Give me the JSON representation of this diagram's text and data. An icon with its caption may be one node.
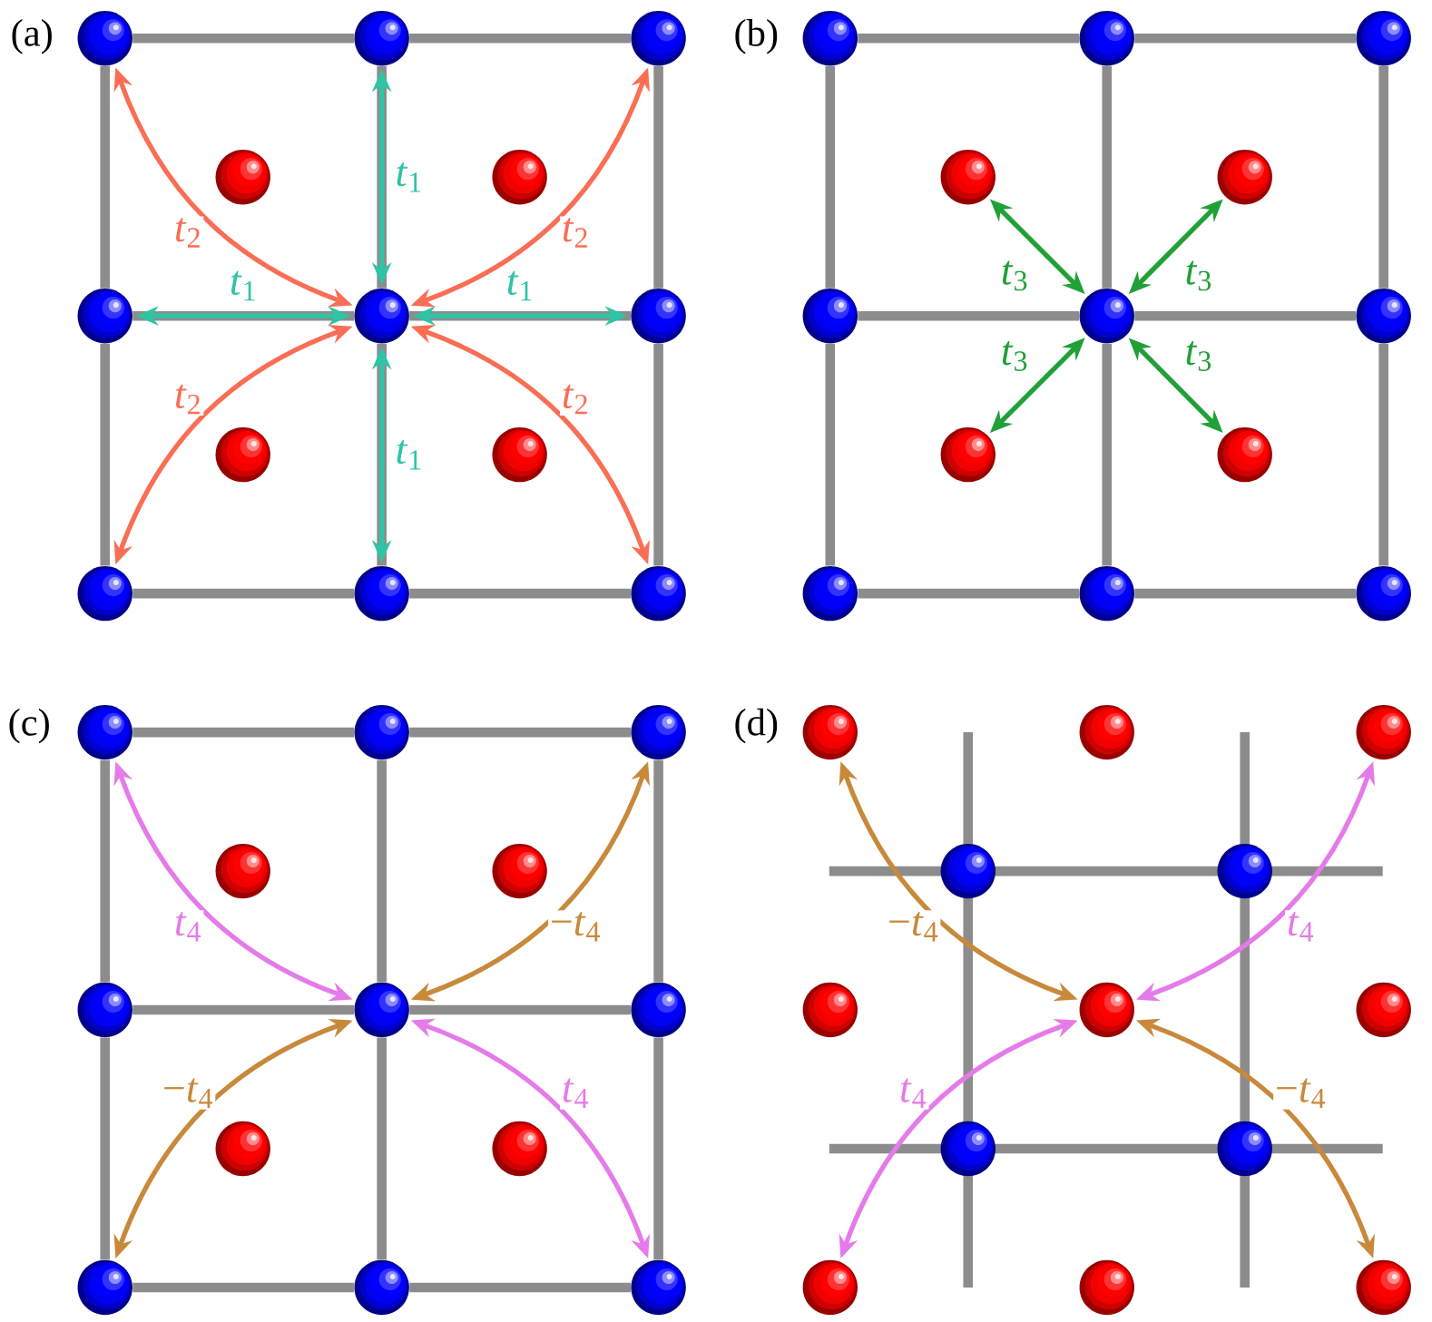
{
  "diagram": {
    "nodes": [
      {
        "text": [],
        "shape": "circle"
      },
      {
        "text": [],
        "shape": "circle"
      },
      {
        "text": [],
        "shape": "circle"
      },
      {
        "text": [],
        "shape": "circle"
      },
      {
        "text": [],
        "shape": "circle"
      },
      {
        "text": [],
        "shape": "circle"
      },
      {
        "text": [],
        "shape": "circle"
      },
      {
        "text": [],
        "shape": "circle"
      },
      {
        "text": [],
        "shape": "circle"
      },
      {
        "text": [],
        "shape": "circle"
      },
      {
        "text": [],
        "shape": "circle"
      },
      {
        "text": [],
        "shape": "circle"
      },
      {
        "text": [],
        "shape": "circle"
      },
      {
        "text": [],
        "shape": "circle"
      },
      {
        "text": [],
        "shape": "circle"
      },
      {
        "text": [],
        "shape": "circle"
      },
      {
        "text": [],
        "shape": "circle"
      },
      {
        "text": [],
        "shape": "circle"
      },
      {
        "text": [],
        "shape": "circle"
      },
      {
        "text": [],
        "shape": "circle"
      },
      {
        "text": [],
        "shape": "circle"
      },
      {
        "text": [],
        "shape": "circle"
      },
      {
        "text": [],
        "shape": "circle"
      },
      {
        "text": [],
        "shape": "circle"
      },
      {
        "text": [],
        "shape": "circle"
      },
      {
        "text": [],
        "shape": "circle"
      },
      {
        "text": [],
        "shape": "circle"
      },
      {
        "text": [],
        "shape": "circle"
      },
      {
        "text": [],
        "shape": "circle"
      },
      {
        "text": [],
        "shape": "circle"
      },
      {
        "text": [],
        "shape": "circle"
      },
      {
        "text": [],
        "shape": "circle"
      },
      {
        "text": [],
        "shape": "circle"
      },
      {
        "text": [],
        "shape": "circle"
      },
      {
        "text": [],
        "shape": "circle"
      },
      {
        "text": [],
        "shape": "circle"
      },
      {
        "text": [],
        "shape": "circle"
      },
      {
        "text": [],
        "shape": "circle"
      },
      {
        "text": [],
        "shape": "circle"
      },
      {
        "text": [],
        "shape": "circle"
      },
      {
        "text": [],
        "shape": "circle"
      },
      {
        "text": [],
        "shape": "circle"
      },
      {
        "text": [],
        "shape": "circle"
      },
      {
        "text": [],
        "shape": "circle"
      },
      {
        "text": [],
        "shape": "circle"
      },
      {
        "text": [],
        "shape": "circle"
      },
      {
        "text": [],
        "shape": "circle"
      },
      {
        "text": [],
        "shape": "circle"
      },
      {
        "text": [],
        "shape": "circle"
      },
      {
        "text": [],
        "shape": "circle"
      },
      {
        "text": [],
        "shape": "circle"
      },
      {
        "text": [],
        "shape": "circle"
      }
    ],
    "edges": [
      {
        "from": 0,
        "to": 1,
        "arrow": "none"
      },
      {
        "from": 1,
        "to": 2,
        "arrow": "none"
      },
      {
        "from": 3,
        "to": 4,
        "arrow": "none"
      },
      {
        "from": 4,
        "to": 5,
        "arrow": "none"
      },
      {
        "from": 6,
        "to": 7,
        "arrow": "none"
      },
      {
        "from": 7,
        "to": 8,
        "arrow": "none"
      },
      {
        "from": 0,
        "to": 3,
        "arrow": "none"
      },
      {
        "from": 3,
        "to": 6,
        "arrow": "none"
      },
      {
        "from": 1,
        "to": 4,
        "arrow": "none"
      },
      {
        "from": 4,
        "to": 7,
        "arrow": "none"
      },
      {
        "from": 2,
        "to": 5,
        "arrow": "none"
      },
      {
        "from": 5,
        "to": 8,
        "arrow": "none"
      },
      {
        "from": 13,
        "to": 14,
        "arrow": "none"
      },
      {
        "from": 14,
        "to": 15,
        "arrow": "none"
      },
      {
        "from": 16,
        "to": 17,
        "arrow": "none"
      },
      {
        "from": 17,
        "to": 18,
        "arrow": "none"
      },
      {
        "from": 19,
        "to": 20,
        "arrow": "none"
      },
      {
        "from": 20,
        "to": 21,
        "arrow": "none"
      },
      {
        "from": 13,
        "to": 16,
        "arrow": "none"
      },
      {
        "from": 16,
        "to": 19,
        "arrow": "none"
      },
      {
        "from": 14,
        "to": 17,
        "arrow": "none"
      },
      {
        "from": 17,
        "to": 20,
        "arrow": "none"
      },
      {
        "from": 15,
        "to": 18,
        "arrow": "none"
      },
      {
        "from": 18,
        "to": 21,
        "arrow": "none"
      },
      {
        "from": 26,
        "to": 27,
        "arrow": "none"
      },
      {
        "from": 27,
        "to": 28,
        "arrow": "none"
      },
      {
        "from": 29,
        "to": 30,
        "arrow": "none"
      },
      {
        "from": 30,
        "to": 31,
        "arrow": "none"
      },
      {
        "from": 32,
        "to": 33,
        "arrow": "none"
      },
      {
        "from": 33,
        "to": 34,
        "arrow": "none"
      },
      {
        "from": 26,
        "to": 29,
        "arrow": "none"
      },
      {
        "from": 29,
        "to": 32,
        "arrow": "none"
      },
      {
        "from": 27,
        "to": 30,
        "arrow": "none"
      },
      {
        "from": 30,
        "to": 33,
        "arrow": "none"
      },
      {
        "from": 28,
        "to": 31,
        "arrow": "none"
      },
      {
        "from": 31,
        "to": 34,
        "arrow": "none"
      },
      {
        "from": 4,
        "to": 1,
        "arrow": "both",
        "label": "*t*$_{1}$",
        "color": "#2ec4a5"
      },
      {
        "from": 4,
        "to": 3,
        "arrow": "both",
        "label": "*t*$_{1}$",
        "color": "#2ec4a5"
      },
      {
        "from": 4,
        "to": 5,
        "arrow": "both",
        "label": "*t*$_{1}$",
        "color": "#2ec4a5"
      },
      {
        "from": 4,
        "to": 7,
        "arrow": "both",
        "label": "*t*$_{1}$",
        "color": "#2ec4a5"
      },
      {
        "from": 4,
        "to": 0,
        "arrow": "both",
        "label": "*t*$_{2}$",
        "color": "#fa6e55"
      },
      {
        "from": 4,
        "to": 2,
        "arrow": "both",
        "label": "*t*$_{2}$",
        "color": "#fa6e55"
      },
      {
        "from": 4,
        "to": 6,
        "arrow": "both",
        "label": "*t*$_{2}$",
        "color": "#fa6e55"
      },
      {
        "from": 4,
        "to": 8,
        "arrow": "both",
        "label": "*t*$_{2}$",
        "color": "#fa6e55"
      },
      {
        "from": 17,
        "to": 22,
        "arrow": "both",
        "label": "*t*$_{3}$",
        "color": "#21a038"
      },
      {
        "from": 17,
        "to": 23,
        "arrow": "both",
        "label": "*t*$_{3}$",
        "color": "#21a038"
      },
      {
        "from": 17,
        "to": 24,
        "arrow": "both",
        "label": "*t*$_{3}$",
        "color": "#21a038"
      },
      {
        "from": 17,
        "to": 25,
        "arrow": "both",
        "label": "*t*$_{3}$",
        "color": "#21a038"
      },
      {
        "from": 30,
        "to": 26,
        "arrow": "both",
        "label": "*t*$_{4}$",
        "color": "#e57ae9"
      },
      {
        "from": 30,
        "to": 28,
        "arrow": "both",
        "label": "−*t*$_{4}$",
        "color": "#c8893a"
      },
      {
        "from": 30,
        "to": 32,
        "arrow": "both",
        "label": "−*t*$_{4}$",
        "color": "#c8893a"
      },
      {
        "from": 30,
        "to": 34,
        "arrow": "both",
        "label": "*t*$_{4}$",
        "color": "#e57ae9"
      },
      {
        "from": 43,
        "to": 39,
        "arrow": "both",
        "label": "−*t*$_{4}$",
        "color": "#c8893a"
      },
      {
        "from": 43,
        "to": 41,
        "arrow": "both",
        "label": "*t*$_{4}$",
        "color": "#e57ae9"
      },
      {
        "from": 43,
        "to": 45,
        "arrow": "both",
        "label": "*t*$_{4}$",
        "color": "#e57ae9"
      },
      {
        "from": 43,
        "to": 47,
        "arrow": "both",
        "label": "−*t*$_{4}$",
        "color": "#c8893a"
      }
    ],
    "labels": [
      "(a)",
      "(b)",
      "(c)",
      "(d)"
    ]
  }
}
